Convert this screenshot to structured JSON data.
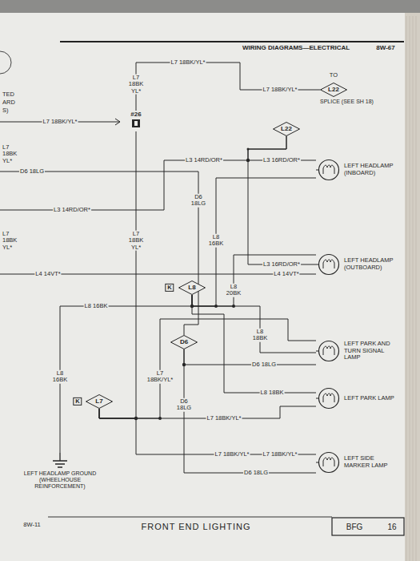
{
  "diagram": {
    "title": "FRONT END LIGHTING",
    "nodes": [
      {
        "text": [
          "L22",
          "SPLICE (SEE SH 18)"
        ]
      },
      {
        "text": [
          "#26"
        ]
      },
      {
        "text": [
          "L22"
        ]
      },
      {
        "text": [
          "LEFT HEADLAMP (INBOARD)"
        ]
      },
      {
        "text": [
          "LEFT HEADLAMP (OUTBOARD)"
        ]
      },
      {
        "text": [
          "L8"
        ]
      },
      {
        "text": [
          "D6"
        ]
      },
      {
        "text": [
          "L7"
        ]
      },
      {
        "text": [
          "LEFT PARK AND TURN SIGNAL LAMP"
        ]
      },
      {
        "text": [
          "LEFT PARK LAMP"
        ]
      },
      {
        "text": [
          "LEFT SIDE MARKER LAMP"
        ]
      },
      {
        "text": [
          "LEFT HEADLAMP GROUND (WHEELHOUSE REINFORCEMENT)"
        ]
      }
    ],
    "edges": [
      {
        "from": 1,
        "to": 0,
        "arrow": "none",
        "label": "L7 18BK/YL*"
      },
      {
        "from": 2,
        "to": 3,
        "arrow": "none",
        "label": "L3 16RD/OR*"
      },
      {
        "from": 2,
        "to": 4,
        "arrow": "none",
        "label": "L3 16RD/OR*"
      },
      {
        "from": 5,
        "to": 3,
        "arrow": "none",
        "label": "L8 16BK"
      },
      {
        "from": 5,
        "to": 4,
        "arrow": "none",
        "label": "L8 20BK"
      },
      {
        "from": 5,
        "to": 8,
        "arrow": "none",
        "label": "L8 18BK"
      },
      {
        "from": 5,
        "to": 9,
        "arrow": "none",
        "label": "L8 18BK"
      },
      {
        "from": 5,
        "to": 11,
        "arrow": "none",
        "label": "L8 16BK"
      },
      {
        "from": 1,
        "to": 7,
        "arrow": "none",
        "label": "L7 18BK YL*"
      },
      {
        "from": 7,
        "to": 8,
        "arrow": "none",
        "label": "L7 18BK/YL*"
      },
      {
        "from": 7,
        "to": 9,
        "arrow": "none",
        "label": "L7 18BK/YL*"
      },
      {
        "from": 7,
        "to": 10,
        "arrow": "none",
        "label": "L7 18BK/YL*"
      },
      {
        "from": 6,
        "to": 8,
        "arrow": "none",
        "label": "D6 18LG"
      },
      {
        "from": 6,
        "to": 10,
        "arrow": "none",
        "label": "D6 18LG"
      }
    ],
    "labels": [
      "WIRING DIAGRAMS—ELECTRICAL",
      "8W-67",
      "TO",
      "K",
      "K",
      "L7 18BK/YL*",
      "L7 18BK YL*",
      "L7 18BK/YL*",
      "L3 14RD/OR*",
      "L3 14RD/OR*",
      "D6 18LG",
      "D6 18LG",
      "L4 14VT*",
      "L4 14VT*",
      "L7 18BK/YL*",
      "D6 18LG",
      "L8 16BK",
      "TED",
      "ARD",
      "S)",
      "L7 18BK YL*",
      "L7 18BK YL*",
      "8W-11",
      "BFG",
      "16"
    ]
  }
}
